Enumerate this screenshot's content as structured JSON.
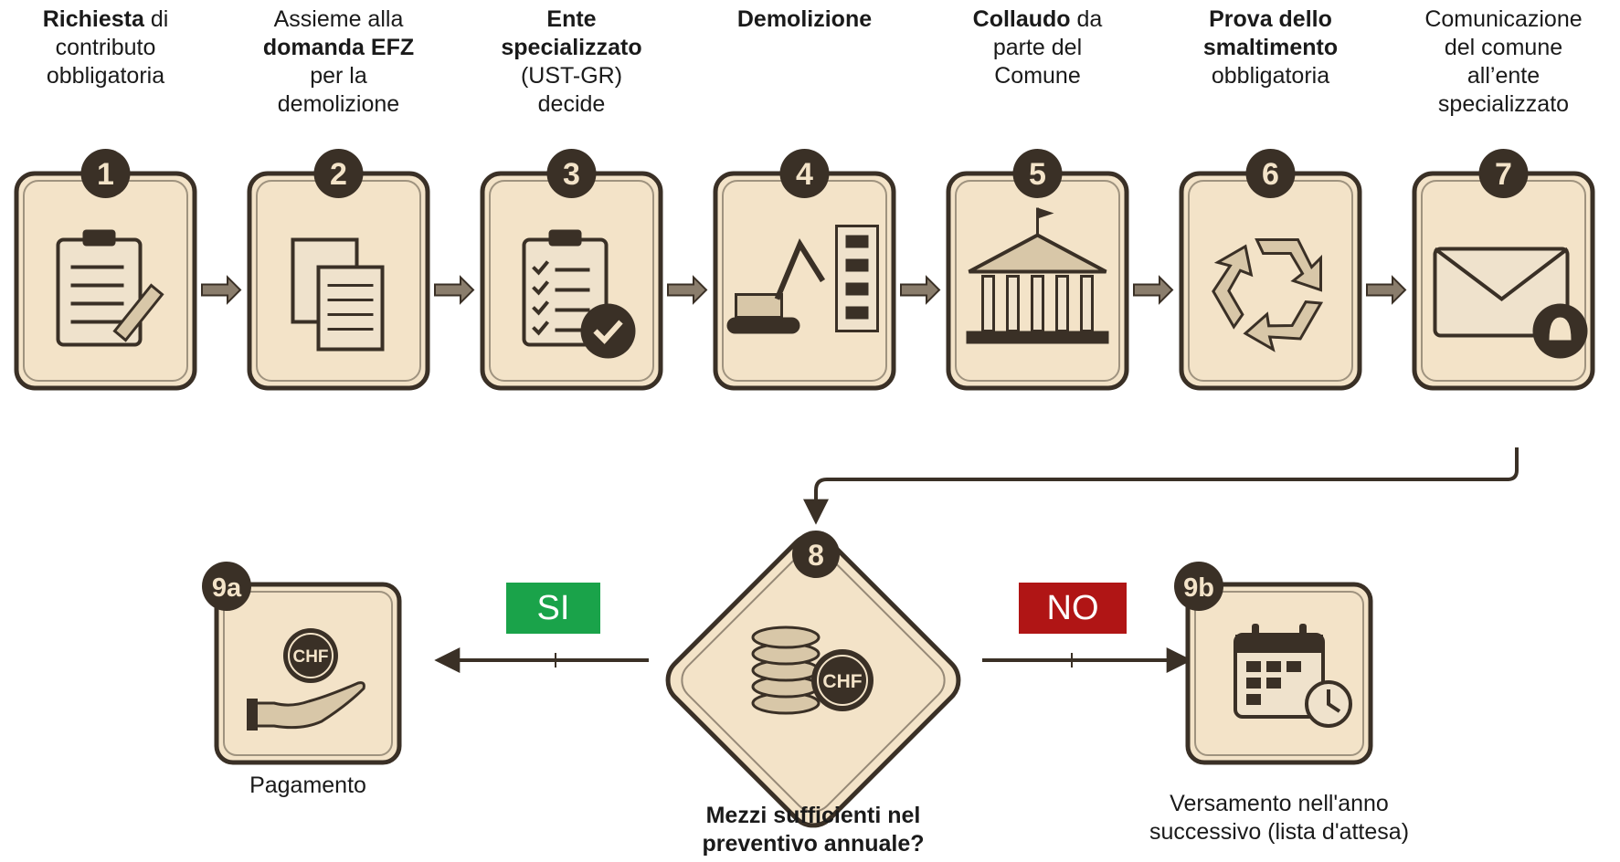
{
  "colors": {
    "card_fill": "#f3e3c8",
    "card_border": "#3a3026",
    "badge_fill": "#3a3026",
    "arrow": "#3a3026",
    "yes_tag": "#1aa34a",
    "no_tag": "#b01515"
  },
  "steps": [
    {
      "number": "1",
      "parts": [
        [
          "Richiesta",
          true
        ],
        [
          " di",
          false
        ],
        [
          "\ncontributo",
          false
        ],
        [
          "\nobbligatoria",
          false
        ]
      ],
      "icon": "clipboard-pencil-icon"
    },
    {
      "number": "2",
      "parts": [
        [
          "Assieme alla",
          false
        ],
        [
          "\n",
          false
        ],
        [
          "domanda EFZ",
          true
        ],
        [
          "\nper la",
          false
        ],
        [
          "\ndemolizione",
          false
        ]
      ],
      "icon": "documents-icon"
    },
    {
      "number": "3",
      "parts": [
        [
          "Ente",
          true
        ],
        [
          "\n",
          false
        ],
        [
          "specializzato",
          true
        ],
        [
          "\n(UST-GR)",
          false
        ],
        [
          "\ndecide",
          false
        ]
      ],
      "icon": "checklist-approval-icon"
    },
    {
      "number": "4",
      "parts": [
        [
          "Demolizione",
          true
        ]
      ],
      "icon": "excavator-demolition-icon"
    },
    {
      "number": "5",
      "parts": [
        [
          "Collaudo",
          true
        ],
        [
          " da",
          false
        ],
        [
          "\nparte del",
          false
        ],
        [
          "\nComune",
          false
        ]
      ],
      "icon": "town-hall-icon"
    },
    {
      "number": "6",
      "parts": [
        [
          "Prova dello",
          true
        ],
        [
          "\n",
          false
        ],
        [
          "smaltimento",
          true
        ],
        [
          "\nobbligatoria",
          false
        ]
      ],
      "icon": "recycle-icon"
    },
    {
      "number": "7",
      "parts": [
        [
          "Comunicazione",
          false
        ],
        [
          "\ndel comune",
          false
        ],
        [
          "\nall’ente",
          false
        ],
        [
          "\nspecializzato",
          false
        ]
      ],
      "icon": "envelope-bell-icon"
    }
  ],
  "decision": {
    "number": "8",
    "question": "Mezzi sufficienti nel preventivo annuale?",
    "icon": "coins-chf-icon",
    "coin_label": "CHF"
  },
  "branches": {
    "yes": {
      "tag": "SI",
      "number": "9a",
      "label": "Pagamento",
      "icon": "hand-chf-icon",
      "coin_label": "CHF"
    },
    "no": {
      "tag": "NO",
      "number": "9b",
      "label": "Versamento nell'anno successivo (lista d'attesa)",
      "icon": "calendar-clock-icon"
    }
  }
}
